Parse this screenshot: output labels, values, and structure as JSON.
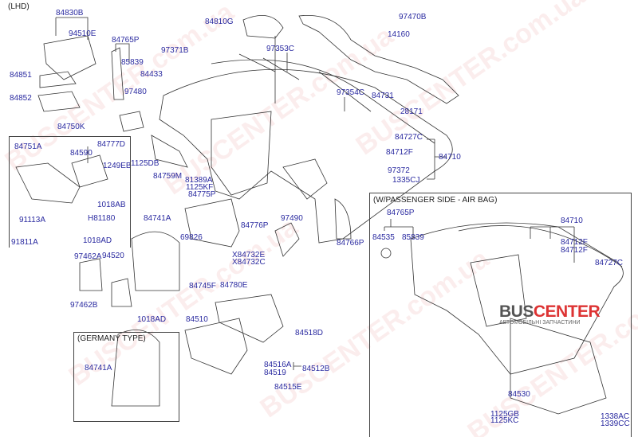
{
  "header": {
    "variant": "(LHD)"
  },
  "labels": [
    "84830B",
    "94510E",
    "84765P",
    "85839",
    "97371B",
    "84433",
    "84851",
    "84852",
    "97480",
    "84750K",
    "84751A",
    "84590",
    "84777D",
    "1249EB",
    "1125DB",
    "84759M",
    "81389A",
    "1125KF",
    "84775P",
    "1018AB",
    "H81180",
    "91113A",
    "91811A",
    "1018AD",
    "84741A",
    "69826",
    "84810G",
    "97353C",
    "97470B",
    "14160",
    "97354C",
    "84731",
    "28171",
    "84727C",
    "84712F",
    "84710",
    "97372",
    "1335CJ",
    "97490",
    "84776P",
    "84766P",
    "X84732E",
    "X84732C",
    "84745F",
    "84780E",
    "97462A",
    "94520",
    "97462B",
    "1018AD",
    "84510",
    "84518D",
    "84516A",
    "84519",
    "84512B",
    "84515E"
  ],
  "germany_box": {
    "title": "(GERMANY TYPE)",
    "labels": [
      "84741A"
    ]
  },
  "airbag_box": {
    "title": "(W/PASSENGER SIDE - AIR BAG)",
    "labels": [
      "84765P",
      "84535",
      "85839",
      "84710",
      "84712F",
      "84712F",
      "84727C",
      "84530",
      "1125GB",
      "1125KC",
      "1338AC",
      "1339CC"
    ]
  },
  "logo": {
    "brand_a": "BUS",
    "brand_b": "CENTER",
    "tagline": "АВТОМОБІЛЬНІ ЗАПЧАСТИНИ"
  },
  "watermark": "BUSCENTER.com.ua",
  "colors": {
    "label": "#2a2aa0",
    "line": "#333333",
    "logo_accent": "#dd3333"
  }
}
